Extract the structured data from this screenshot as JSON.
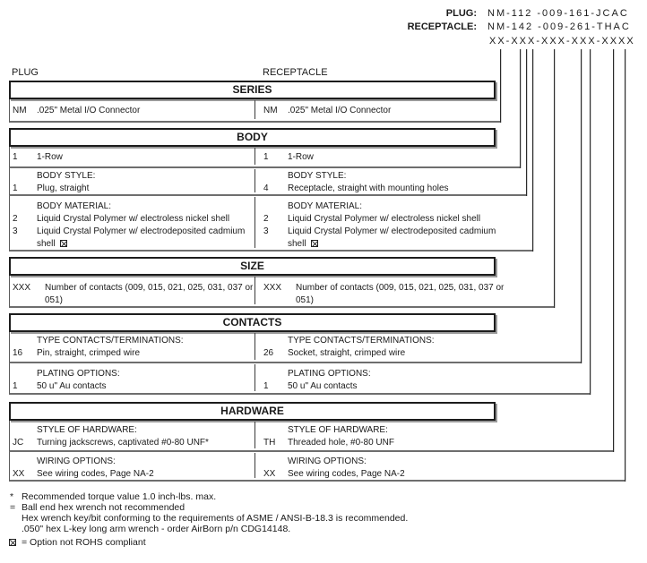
{
  "colors": {
    "ink": "#1a1a1a",
    "background": "#ffffff"
  },
  "header": {
    "plug_label": "PLUG:",
    "plug_value": "NM-112 -009-161-JCAC",
    "receptacle_label": "RECEPTACLE:",
    "receptacle_value": "NM-142 -009-261-THAC",
    "pattern": "XX-XXX-XXX-XXX-XXXX"
  },
  "column_labels": {
    "plug": "PLUG",
    "receptacle": "RECEPTACLE"
  },
  "sections": {
    "series": {
      "title": "SERIES",
      "rows": [
        {
          "left": {
            "code": "NM",
            "desc": ".025\" Metal I/O Connector"
          },
          "right": {
            "code": "NM",
            "desc": ".025\" Metal I/O Connector"
          }
        }
      ]
    },
    "body": {
      "title": "BODY",
      "rows": [
        {
          "left": {
            "code": "1",
            "desc": "1-Row"
          },
          "right": {
            "code": "1",
            "desc": "1-Row"
          }
        },
        {
          "label": "BODY STYLE:",
          "left": {
            "code": "1",
            "desc": "Plug, straight"
          },
          "right": {
            "code": "4",
            "desc": "Receptacle, straight with mounting holes"
          }
        },
        {
          "label": "BODY MATERIAL:",
          "left": {
            "items": [
              {
                "code": "2",
                "desc": "Liquid Crystal Polymer w/ electroless nickel shell"
              },
              {
                "code": "3",
                "desc": "Liquid Crystal Polymer w/ electrodeposited cadmium shell"
              }
            ]
          },
          "right": {
            "items": [
              {
                "code": "2",
                "desc": "Liquid Crystal Polymer w/ electroless nickel shell"
              },
              {
                "code": "3",
                "desc": "Liquid Crystal Polymer w/ electrodeposited cadmium shell"
              }
            ]
          }
        }
      ]
    },
    "size": {
      "title": "SIZE",
      "rows": [
        {
          "left": {
            "code": "XXX",
            "desc": "Number of contacts (009, 015, 021, 025, 031, 037 or 051)"
          },
          "right": {
            "code": "XXX",
            "desc": "Number of contacts (009, 015, 021, 025, 031, 037 or 051)"
          }
        }
      ]
    },
    "contacts": {
      "title": "CONTACTS",
      "rows": [
        {
          "label": "TYPE CONTACTS/TERMINATIONS:",
          "left": {
            "code": "16",
            "desc": "Pin, straight, crimped wire"
          },
          "right": {
            "code": "26",
            "desc": "Socket, straight, crimped wire"
          }
        },
        {
          "label": "PLATING OPTIONS:",
          "left": {
            "code": "1",
            "desc": "50 u\" Au contacts"
          },
          "right": {
            "code": "1",
            "desc": "50 u\" Au contacts"
          }
        }
      ]
    },
    "hardware": {
      "title": "HARDWARE",
      "rows": [
        {
          "label": "STYLE OF HARDWARE:",
          "left": {
            "code": "JC",
            "desc": "Turning jackscrews, captivated #0-80 UNF*"
          },
          "right": {
            "code": "TH",
            "desc": "Threaded hole, #0-80 UNF"
          }
        },
        {
          "label": "WIRING OPTIONS:",
          "left": {
            "code": "XX",
            "desc": "See wiring codes, Page NA-2"
          },
          "right": {
            "code": "XX",
            "desc": "See wiring codes, Page NA-2"
          }
        }
      ]
    }
  },
  "footnotes": {
    "star_marker": "* =",
    "lines": [
      "Recommended torque value 1.0 inch-lbs. max.",
      "Ball end hex wrench not recommended",
      "Hex wrench key/bit conforming to the requirements of ASME / ANSI-B-18.3 is recommended.",
      ".050\" hex L-key long arm wrench - order AirBorn p/n CDG14148."
    ],
    "rohs_text": "= Option not ROHS compliant"
  }
}
